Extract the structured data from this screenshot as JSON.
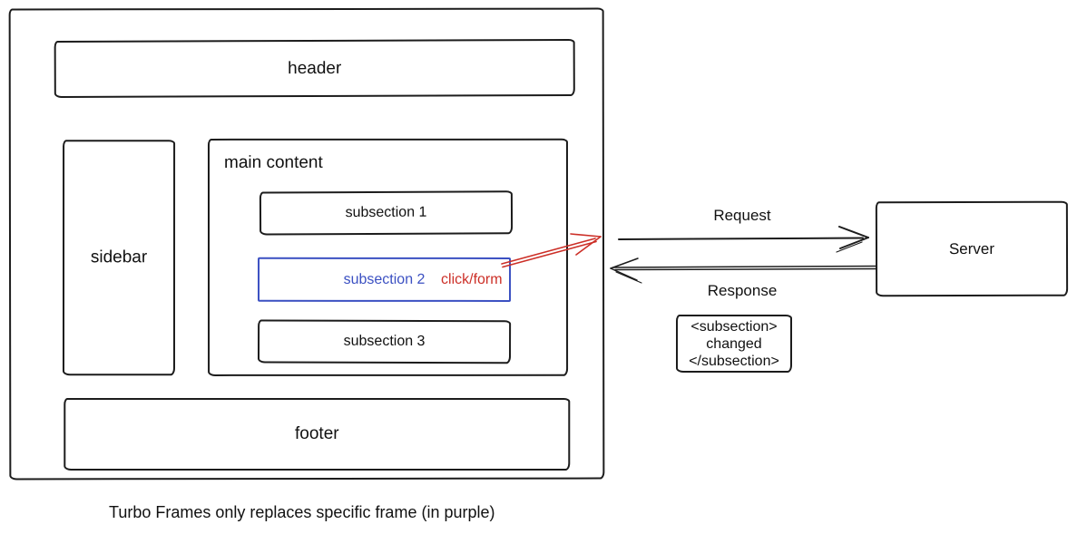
{
  "diagram": {
    "caption": "Turbo Frames only replaces specific frame (in purple)"
  },
  "browser": {
    "header": "header",
    "sidebar": "sidebar",
    "main_content": "main content",
    "subsection_1": "subsection 1",
    "subsection_2": "subsection 2",
    "subsection_2_annotation": "click/form",
    "subsection_3": "subsection 3",
    "footer": "footer"
  },
  "flow": {
    "request": "Request",
    "response": "Response",
    "server": "Server",
    "payload": [
      "<subsection>",
      "changed",
      "</subsection>"
    ]
  },
  "colors": {
    "stroke": "#1c1c1c",
    "frame_highlight_blue": "#3b50c2",
    "accent_red": "#cc2f27"
  }
}
